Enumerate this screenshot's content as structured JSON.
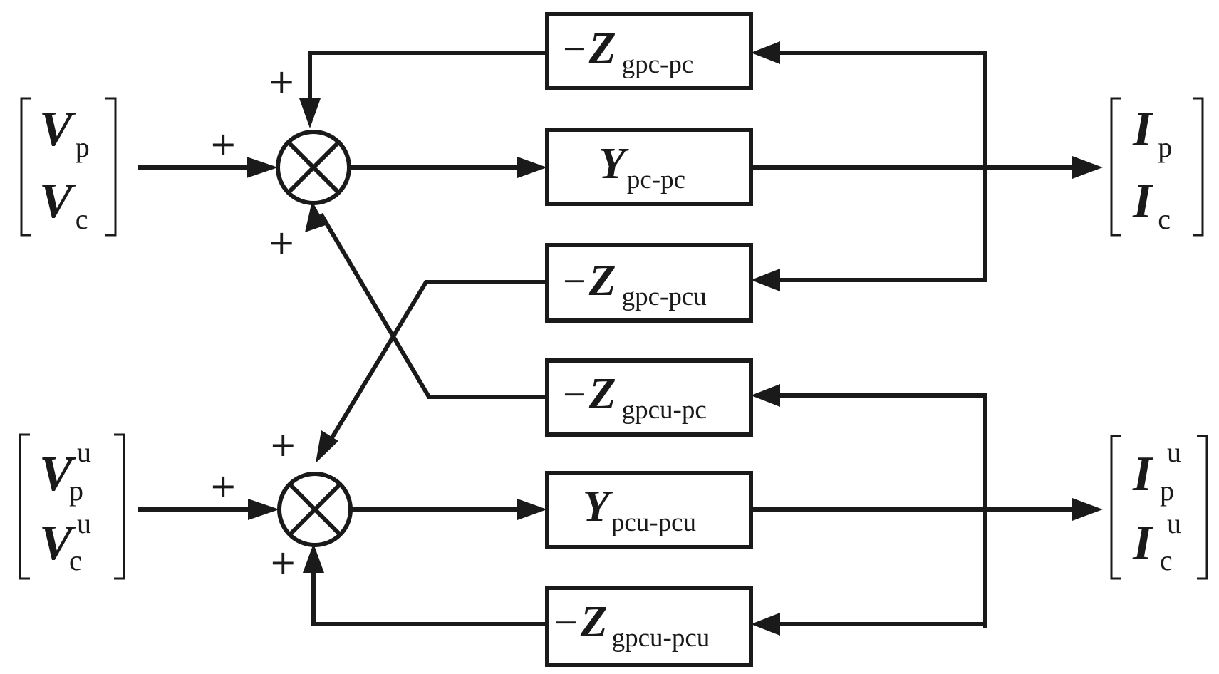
{
  "blocks": {
    "z_gpc_pc": {
      "neg": "−",
      "symbol": "Z",
      "subscript": "gpc-pc"
    },
    "y_pc_pc": {
      "symbol": "Y",
      "subscript": "pc-pc"
    },
    "z_gpc_pcu": {
      "neg": "−",
      "symbol": "Z",
      "subscript": "gpc-pcu"
    },
    "z_gpcu_pc": {
      "neg": "−",
      "symbol": "Z",
      "subscript": "gpcu-pc"
    },
    "y_pcu_pcu": {
      "symbol": "Y",
      "subscript": "pcu-pcu"
    },
    "z_gpcu_pcu": {
      "neg": "−",
      "symbol": "Z",
      "subscript": "gpcu-pcu"
    }
  },
  "inputs": {
    "top": [
      {
        "symbol": "V",
        "subscript": "p",
        "superscript": ""
      },
      {
        "symbol": "V",
        "subscript": "c",
        "superscript": ""
      }
    ],
    "bottom": [
      {
        "symbol": "V",
        "subscript": "p",
        "superscript": "u"
      },
      {
        "symbol": "V",
        "subscript": "c",
        "superscript": "u"
      }
    ]
  },
  "outputs": {
    "top": [
      {
        "symbol": "I",
        "subscript": "p",
        "superscript": ""
      },
      {
        "symbol": "I",
        "subscript": "c",
        "superscript": ""
      }
    ],
    "bottom": [
      {
        "symbol": "I",
        "subscript": "p",
        "superscript": "u"
      },
      {
        "symbol": "I",
        "subscript": "c",
        "superscript": "u"
      }
    ]
  },
  "summing_junction_signs": {
    "top": {
      "top": "+",
      "left": "+",
      "bottom": "+"
    },
    "bottom": {
      "top": "+",
      "left": "+",
      "bottom": "+"
    }
  }
}
